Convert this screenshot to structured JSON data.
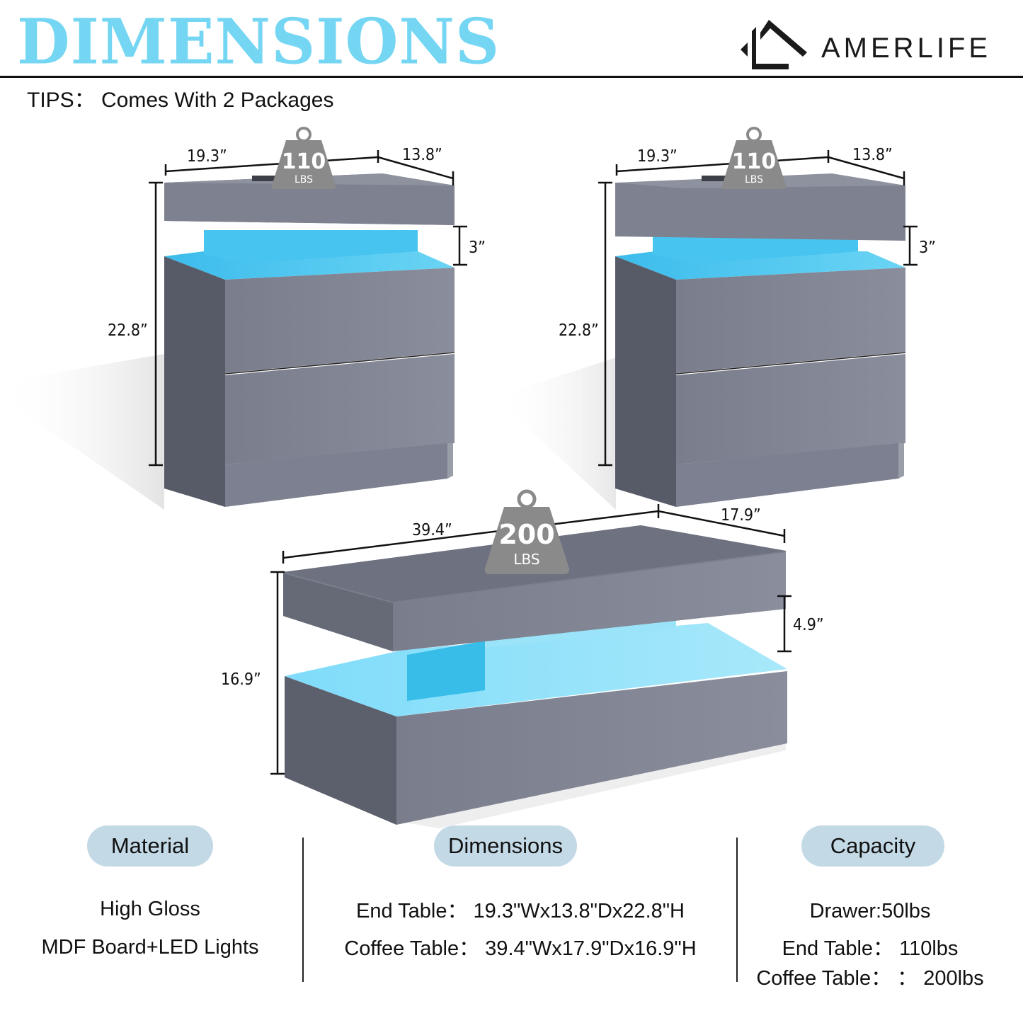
{
  "header": {
    "title": "DIMENSIONS",
    "brand": "AMERLIFE",
    "tips": "TIPS： Comes With 2 Packages"
  },
  "colors": {
    "title_accent": "#74d6f2",
    "pill_bg": "#c3d9e6",
    "furniture_gray": "#7e8290",
    "led_blue": "#4cc8f2",
    "weight_badge": "#8a8a8a"
  },
  "end_table_left": {
    "width_label": "19.3”",
    "depth_label": "13.8”",
    "height_label": "22.8”",
    "gap_label": "3”",
    "weight_value": "110",
    "weight_unit": "LBS"
  },
  "end_table_right": {
    "width_label": "19.3”",
    "depth_label": "13.8”",
    "height_label": "22.8”",
    "gap_label": "3”",
    "weight_value": "110",
    "weight_unit": "LBS"
  },
  "coffee_table": {
    "width_label": "39.4”",
    "depth_label": "17.9”",
    "height_label": "16.9”",
    "gap_label": "4.9”",
    "weight_value": "200",
    "weight_unit": "LBS"
  },
  "specs": {
    "material": {
      "label": "Material",
      "lines": [
        "High Gloss",
        "MDF Board+LED Lights"
      ]
    },
    "dimensions": {
      "label": "Dimensions",
      "lines": [
        "End Table： 19.3\"Wx13.8\"Dx22.8\"H",
        "Coffee Table： 39.4\"Wx17.9\"Dx16.9\"H"
      ]
    },
    "capacity": {
      "label": "Capacity",
      "lines": [
        "Drawer:50lbs",
        "End Table： 110lbs",
        "Coffee Table： ： 200lbs"
      ]
    }
  }
}
